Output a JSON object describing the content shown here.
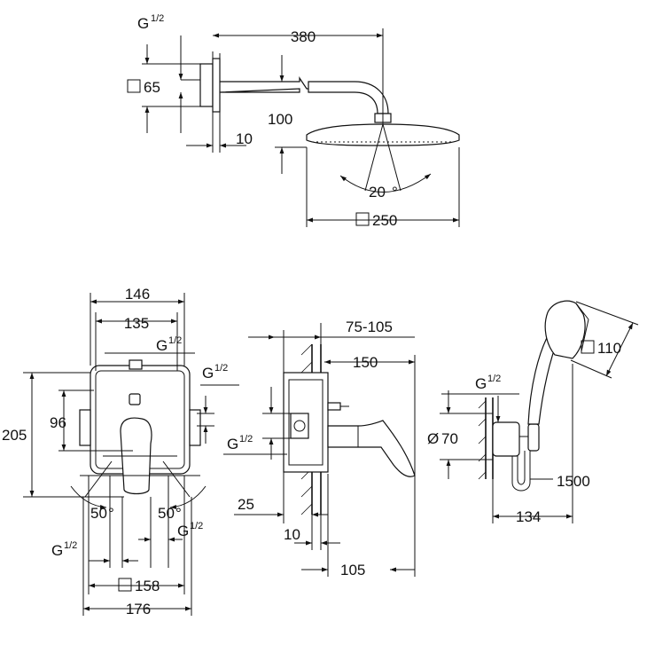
{
  "shower_head_view": {
    "thread_label": "G",
    "thread_fraction": "1/2",
    "arm_length": "380",
    "flange_size": "65",
    "drop_height": "100",
    "wall_offset": "10",
    "spray_angle": "20",
    "spray_angle_unit": "°",
    "head_size": "250"
  },
  "front_view": {
    "width_outer": "146",
    "width_inner": "135",
    "thread_top_label": "G",
    "thread_top_fraction": "1/2",
    "thread_right_label": "G",
    "thread_right_fraction": "1/2",
    "height": "205",
    "lever_height": "96",
    "angle_left": "50",
    "angle_right": "50",
    "angle_unit": "°",
    "thread_bottom_left_label": "G",
    "thread_bottom_left_fraction": "1/2",
    "thread_bottom_right_label": "G",
    "thread_bottom_right_fraction": "1/2",
    "plate_size": "158",
    "total_width": "176"
  },
  "side_view": {
    "wall_depth_range": "75-105",
    "depth": "150",
    "thread_label": "G",
    "thread_fraction": "1/2",
    "offset_left": "25",
    "offset_small": "10",
    "projection": "105"
  },
  "hand_shower_view": {
    "head_size": "110",
    "thread_label": "G",
    "thread_fraction": "1/2",
    "outlet_diameter": "70",
    "diameter_symbol": "Ø",
    "hose_length": "1500",
    "projection": "134"
  }
}
